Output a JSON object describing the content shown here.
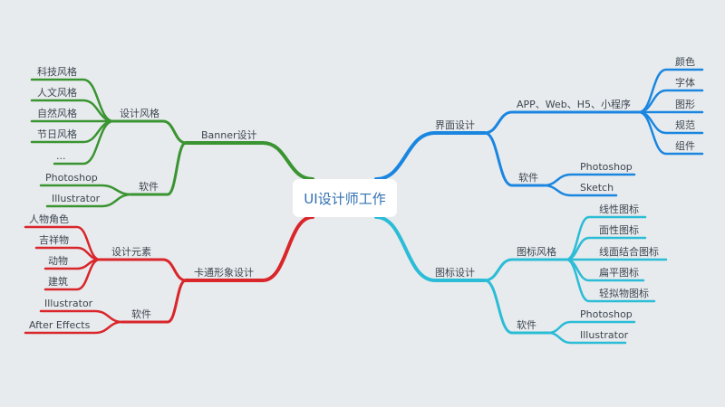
{
  "root": "UI设计师工作",
  "colors": {
    "banner": "#3a9431",
    "cartoon": "#d9262b",
    "interface": "#1a86e0",
    "icon": "#2bbcd6",
    "background": "#e8ebee"
  },
  "banner": {
    "label": "Banner设计",
    "style": {
      "label": "设计风格",
      "items": [
        "科技风格",
        "人文风格",
        "自然风格",
        "节日风格",
        "..."
      ]
    },
    "software": {
      "label": "软件",
      "items": [
        "Photoshop",
        "Illustrator"
      ]
    }
  },
  "cartoon": {
    "label": "卡通形象设计",
    "elements": {
      "label": "设计元素",
      "items": [
        "人物角色",
        "吉祥物",
        "动物",
        "建筑"
      ]
    },
    "software": {
      "label": "软件",
      "items": [
        "Illustrator",
        "After Effects"
      ]
    }
  },
  "interface": {
    "label": "界面设计",
    "platforms": {
      "label": "APP、Web、H5、小程序",
      "items": [
        "颜色",
        "字体",
        "图形",
        "规范",
        "组件"
      ]
    },
    "software": {
      "label": "软件",
      "items": [
        "Photoshop",
        "Sketch"
      ]
    }
  },
  "icon": {
    "label": "图标设计",
    "style": {
      "label": "图标风格",
      "items": [
        "线性图标",
        "面性图标",
        "线面结合图标",
        "扁平图标",
        "轻拟物图标"
      ]
    },
    "software": {
      "label": "软件",
      "items": [
        "Photoshop",
        "Illustrator"
      ]
    }
  }
}
